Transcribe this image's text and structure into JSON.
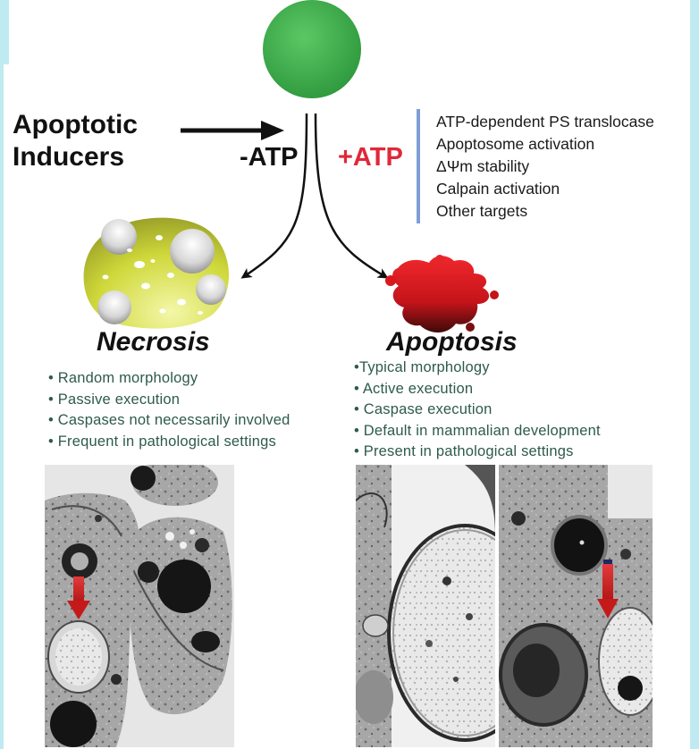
{
  "inducers": {
    "line1": "Apoptotic",
    "line2": "Inducers"
  },
  "minus_atp": "-ATP",
  "plus_atp": "+ATP",
  "atp_targets": [
    "ATP-dependent PS translocase",
    "Apoptosome activation",
    "ΔΨm stability",
    "Calpain activation",
    "Other targets"
  ],
  "necrosis": {
    "title": "Necrosis",
    "features": [
      "• Random morphology",
      "• Passive execution",
      "• Caspases not necessarily involved",
      "• Frequent in pathological settings"
    ]
  },
  "apoptosis": {
    "title": "Apoptosis",
    "features": [
      "•Typical morphology",
      "• Active execution",
      "• Caspase execution",
      "• Default in mammalian development",
      "• Present in pathological settings"
    ]
  },
  "colors": {
    "frame": "#bfeaf2",
    "cell": "#3aa84a",
    "plus_atp": "#e0283a",
    "necrotic_cell": "#d8e040",
    "apoptotic_cell": "#d8191c",
    "bracket": "#7f9ed6",
    "bullet_text": "#2e5b4a",
    "arrow_in_micrograph": "#d82a2a"
  }
}
